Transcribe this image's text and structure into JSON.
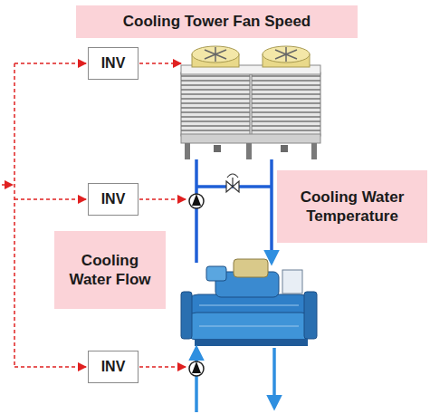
{
  "diagram": {
    "nodes": [
      {
        "text": [
          "Cooling Tower Fan Speed"
        ]
      },
      {
        "text": [
          "INV"
        ]
      },
      {
        "text": [
          "INV"
        ]
      },
      {
        "text": [
          "Cooling Water Temperature"
        ]
      },
      {
        "text": [
          "Cooling Water Flow"
        ]
      },
      {
        "text": [
          "INV"
        ]
      }
    ]
  }
}
